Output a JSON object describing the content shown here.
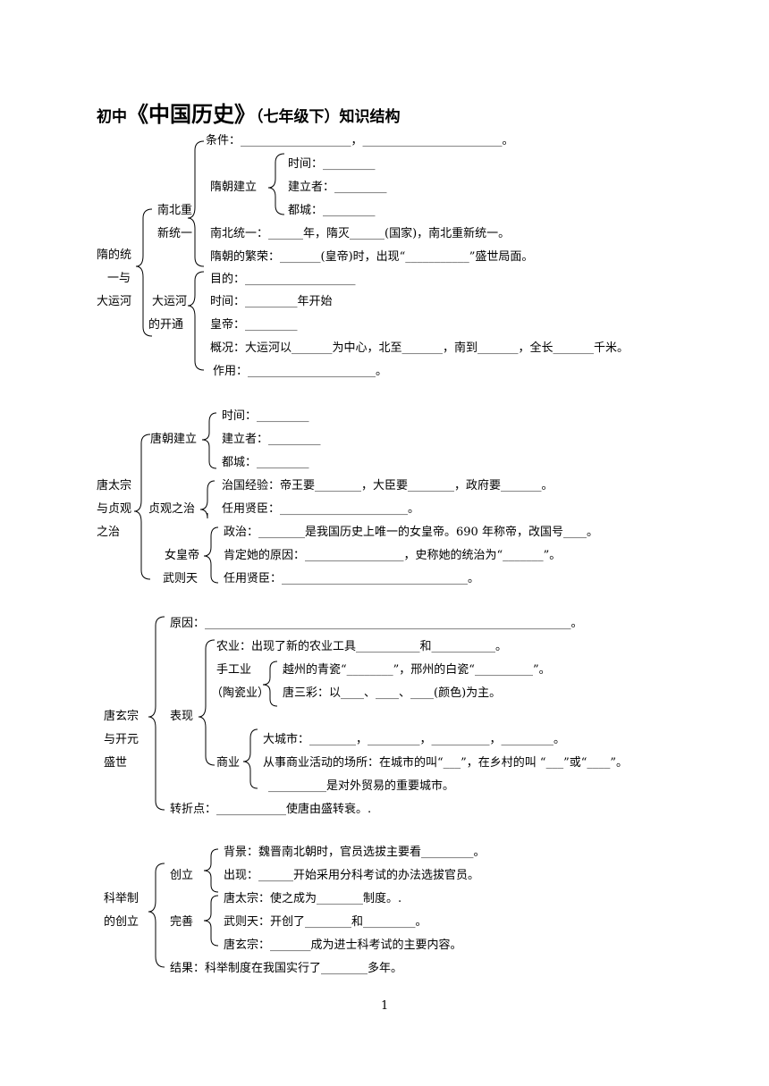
{
  "title": {
    "prefix": "初中",
    "book": "《中国历史》",
    "grade": "（七年级下）",
    "suffix": "知识结构"
  },
  "sec1": {
    "heading": [
      "隋的统",
      "一与",
      "大运河"
    ],
    "sub1": [
      "南北重",
      "新统一"
    ],
    "tiaojian": "条件：___________________，________________________。",
    "suichao_label": "隋朝建立",
    "shijian": "时间：_________",
    "jianlizhe": "建立者：_________",
    "ducheng": "都城：_________",
    "tongyi": "南北统一：______年，隋灭______(国家)，南北重新统一。",
    "fanrong": "隋朝的繁荣：_______(皇帝)时，出现“___________”盛世局面。",
    "sub2": [
      "大运河",
      "的开通"
    ],
    "mudi": "目的：___________________",
    "yh_shijian": "时间：_________年开始",
    "huangdi": "皇帝：_________",
    "gaikuang": "概况：大运河以_______为中心，北至_______，南到_______，全长_______千米。",
    "zuoyong": "作用：______________________。"
  },
  "sec2": {
    "heading": [
      "唐太宗",
      "与贞观",
      "之治"
    ],
    "tang_label": "唐朝建立",
    "shijian": "时间：_________",
    "jianlizhe": "建立者：_________",
    "ducheng": "都城：_________",
    "zhenguan_label": "贞观之治",
    "jingyan": "治国经验：帝王要________，大臣要________，政府要_______。",
    "xianchen": "任用贤臣：______________________。",
    "wu_label": [
      "女皇帝",
      "武则天"
    ],
    "zhengzhi": "政治：________是我国历史上唯一的女皇帝。690 年称帝，改国号____。",
    "yuanyin": "肯定她的原因：_________________，史称她的统治为“_______”。",
    "wu_xianchen": "任用贤臣：________________________________。"
  },
  "sec3": {
    "heading": [
      "唐玄宗",
      "与开元",
      "盛世"
    ],
    "yuanyin": "原因：_______________________________________________________________。",
    "biaoxian_label": "表现",
    "nongye": "农业：出现了新的农业工具___________和___________。",
    "shougong_label": [
      "手工业",
      "（陶瓷业）"
    ],
    "qingci": "越州的青瓷“________”，邢州的白瓷“__________”。",
    "sancai": "唐三彩：以____、____、____(颜色)为主。",
    "shangye_label": "商业",
    "dachengshi": "大城市：________，_________，__________，_________。",
    "changsuo": "从事商业活动的场所：在城市的叫“___”，在乡村的叫 “___”或“____”。",
    "maoyi": "__________是对外贸易的重要城市。",
    "zhuanzhe": "转折点：____________使唐由盛转衰。."
  },
  "sec4": {
    "heading": [
      "科举制",
      "的创立"
    ],
    "chuangli_label": "创立",
    "beijing": "背景：魏晋南北朝时，官员选拔主要看_________。",
    "chuxian": "出现：______开始采用分科考试的办法选拔官员。",
    "wanshan_label": "完善",
    "taizong": "唐太宗：使之成为________制度。.",
    "wuzetian": "武则天：开创了________和_________。",
    "xuanzong": "唐玄宗：_______成为进士科考试的主要内容。",
    "jieguo": "结果：科举制度在我国实行了________多年。"
  },
  "page_number": "1"
}
